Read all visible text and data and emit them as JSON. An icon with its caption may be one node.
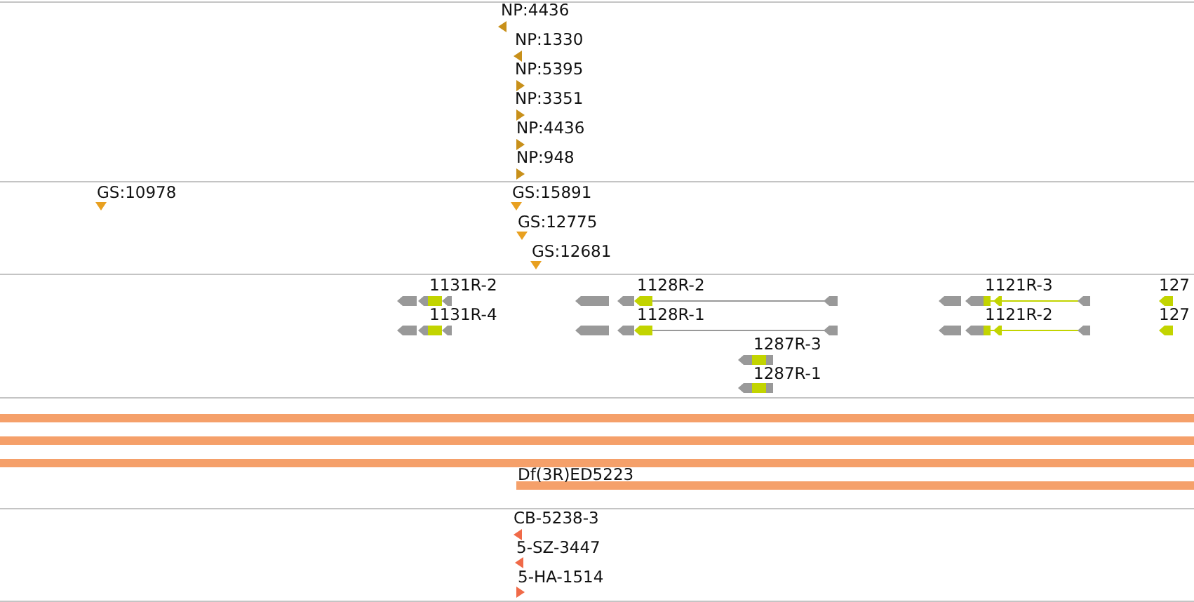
{
  "diagram": {
    "labels": [
      "NP:4436",
      "NP:1330",
      "NP:5395",
      "NP:3351",
      "NP:4436",
      "NP:948",
      "GS:10978",
      "GS:15891",
      "GS:12775",
      "GS:12681",
      "1131R-2",
      "1128R-2",
      "1121R-3",
      "127",
      "1131R-4",
      "1128R-1",
      "1121R-2",
      "127",
      "1287R-3",
      "1287R-1",
      "Df(3R)ED5223",
      "CB-5238-3",
      "5-SZ-3447",
      "5-HA-1514"
    ]
  }
}
